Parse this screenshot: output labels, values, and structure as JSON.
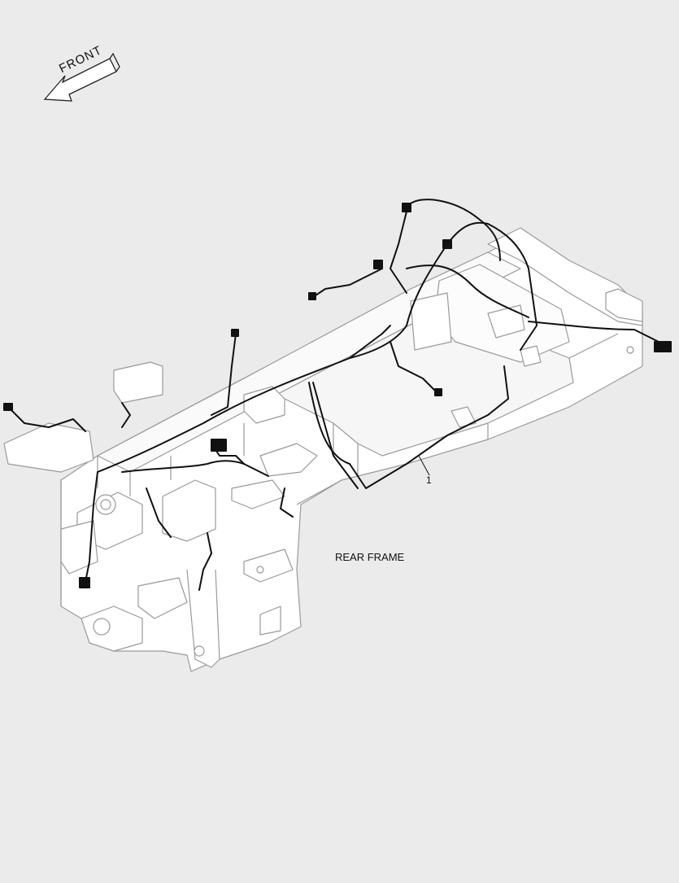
{
  "labels": {
    "front_arrow": "FRONT",
    "rear_frame": "REAR FRAME",
    "callout_1": "1"
  },
  "colors": {
    "background": "#ebebeb",
    "frame_line": "#9a9a9a",
    "frame_fill": "#ffffff",
    "harness": "#111111"
  }
}
